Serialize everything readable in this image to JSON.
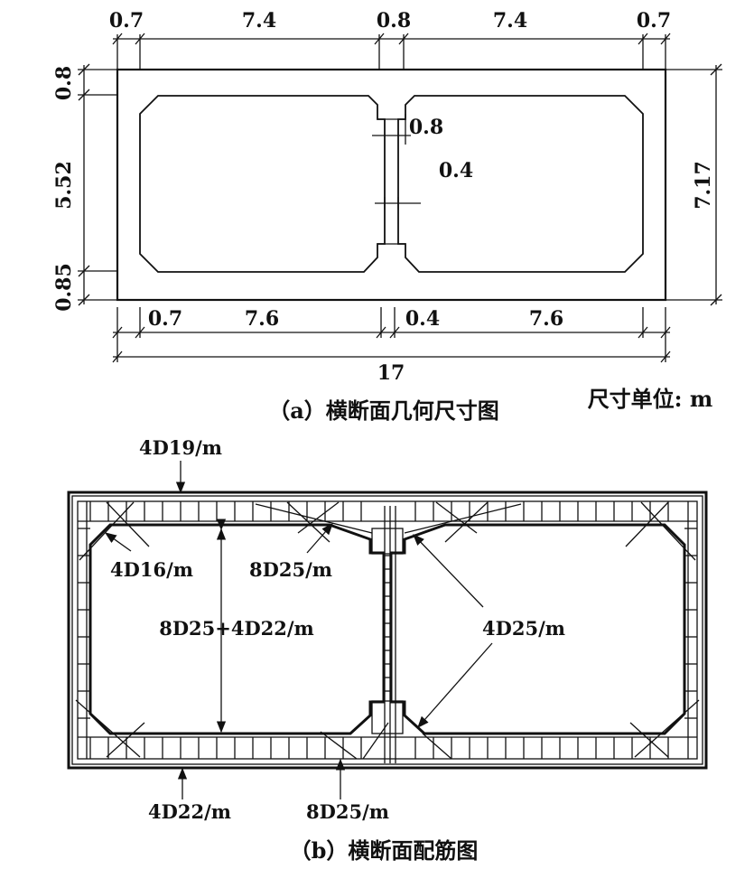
{
  "part_a": {
    "top_dims": [
      "0.7",
      "7.4",
      "0.8",
      "7.4",
      "0.7"
    ],
    "left_dims": [
      "0.8",
      "5.52",
      "0.85"
    ],
    "right_dim": "7.17",
    "bottom_dims": [
      "0.7",
      "7.6",
      "0.4",
      "7.6"
    ],
    "total_width": "17",
    "wall_haunch": "0.8",
    "wall_thickness": "0.4",
    "caption": "（a）横断面几何尺寸图",
    "unit_note": "尺寸单位: m"
  },
  "part_b": {
    "labels": {
      "top_slab_outer": "4D19/m",
      "haunch_corner": "4D16/m",
      "top_slab_inner": "8D25/m",
      "side_wall": "8D25+4D22/m",
      "middle_haunch": "4D25/m",
      "bottom_slab_outer": "4D22/m",
      "bottom_slab_inner": "8D25/m"
    },
    "caption": "（b）横断面配筋图"
  }
}
